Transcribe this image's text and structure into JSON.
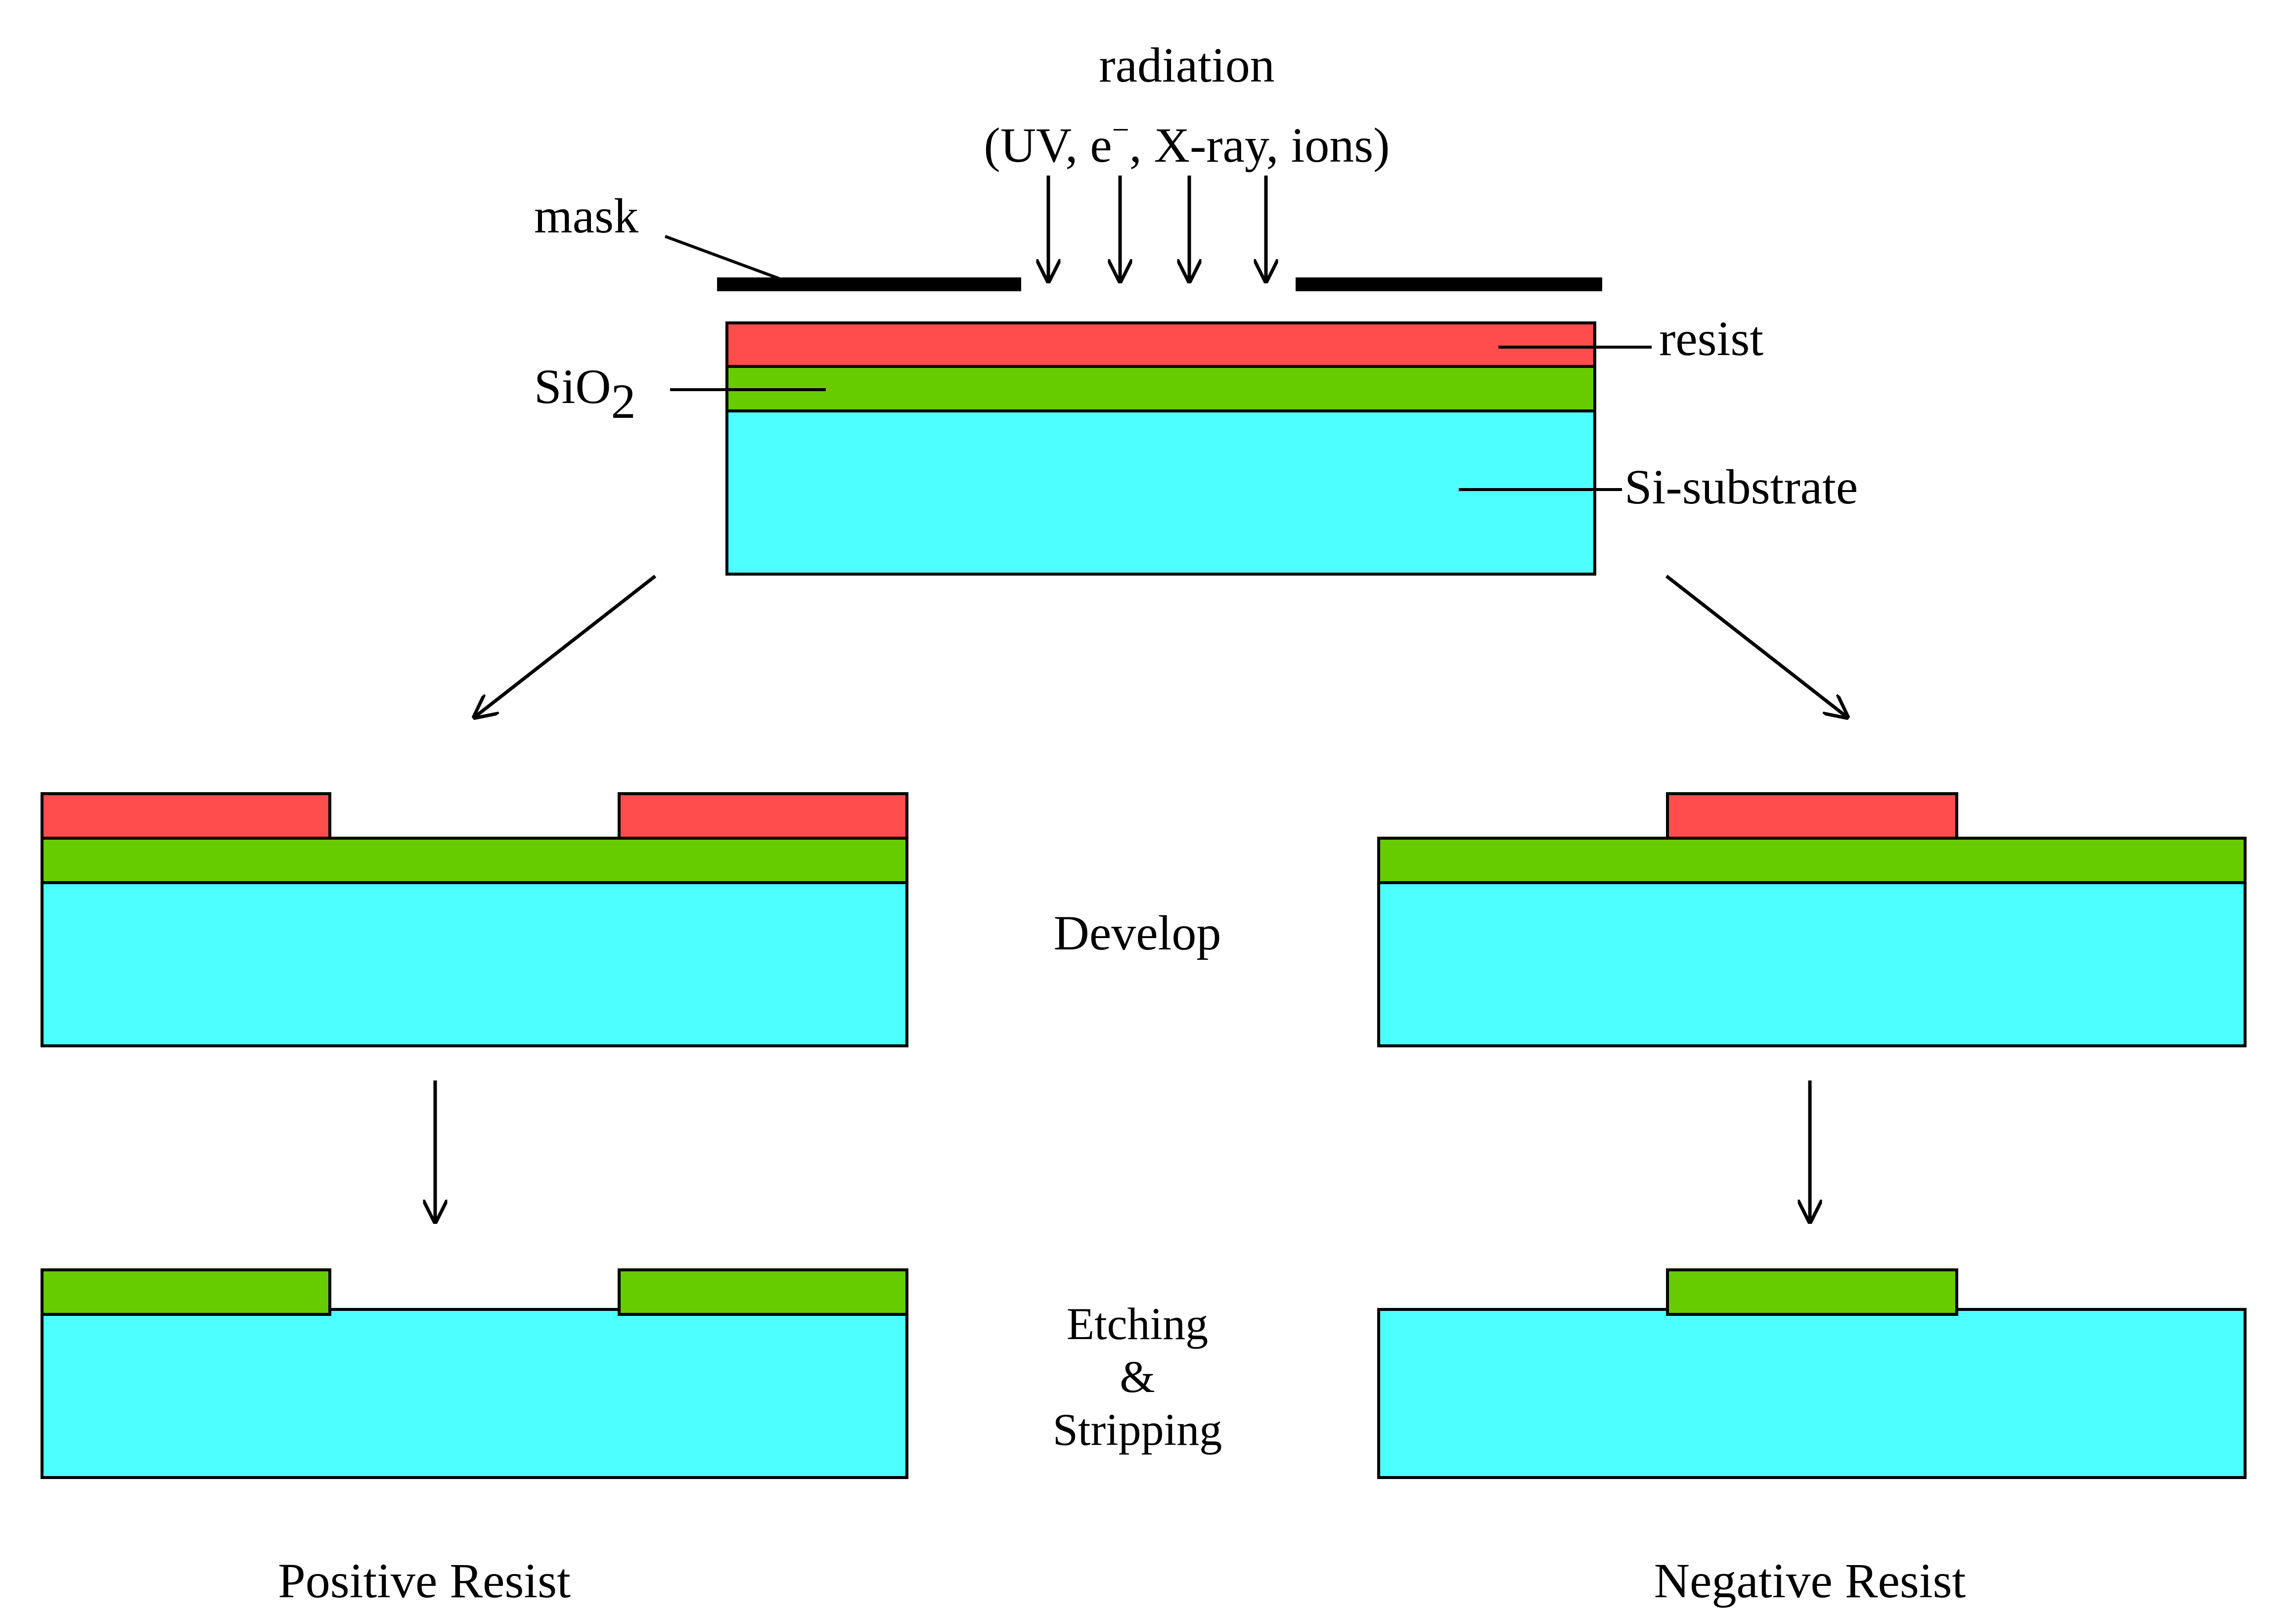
{
  "colors": {
    "resist": "#ff4d4d",
    "sio2": "#66cc00",
    "substrate": "#4dffff",
    "outline": "#000000"
  },
  "labels": {
    "radiation": "radiation",
    "sources_prefix": "(UV, e",
    "sources_sup": "−",
    "sources_suffix": ", X-ray, ions)",
    "mask": "mask",
    "resist": "resist",
    "sio2_base": "SiO",
    "sio2_sub": "2",
    "substrate": "Si-substrate",
    "develop": "Develop",
    "etching_line1": "Etching",
    "etching_line2": "&",
    "etching_line3": "Stripping",
    "positive": "Positive Resist",
    "negative": "Negative Resist"
  }
}
